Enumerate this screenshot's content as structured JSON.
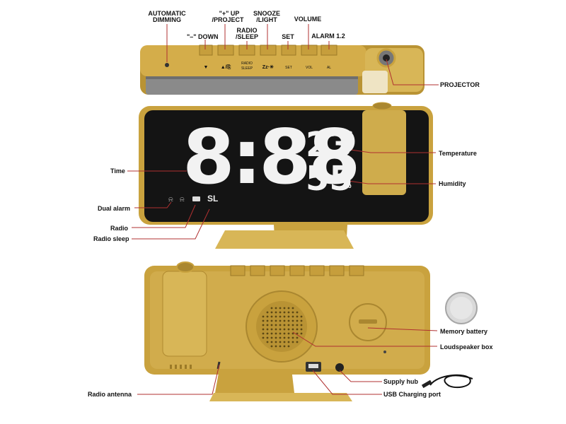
{
  "top_labels": {
    "automatic_dimming_1": "AUTOMATIC",
    "automatic_dimming_2": "DIMMING",
    "down": "\"–\" DOWN",
    "up_1": "\"+\" UP",
    "up_2": "/PROJECT",
    "radio_1": "RADIO",
    "radio_2": "/SLEEP",
    "snooze_1": "SNOOZE",
    "snooze_2": "/LIGHT",
    "set": "SET",
    "volume": "VOLUME",
    "alarm": "ALARM 1.2",
    "projector": "PROJECTOR"
  },
  "button_marks": {
    "down": "▼",
    "up": "▲/⎘",
    "radio_1": "RADIO",
    "radio_2": "SLEEP",
    "snooze": "Zz·☀",
    "set": "SET",
    "vol": "VOL",
    "al": "AL"
  },
  "display": {
    "time": "8:88",
    "temp": "23",
    "temp_unit": "°C",
    "humidity": "55",
    "humidity_unit": "%",
    "sl": "SL"
  },
  "front_labels": {
    "time": "Time",
    "dual_alarm": "Dual alarm",
    "radio": "Radio",
    "radio_sleep": "Radio sleep",
    "temperature": "Temperature",
    "humidity": "Humidity"
  },
  "back_labels": {
    "memory_battery": "Memory battery",
    "loudspeaker_box": "Loudspeaker box",
    "supply_hub": "Supply hub",
    "usb_charging_port": "USB Charging port",
    "radio_antenna": "Radio antenna"
  },
  "colors": {
    "gold": "#c9a23e",
    "gold_dark": "#a8832a",
    "gold_light": "#ddbb5c",
    "screen": "#141414",
    "line": "#b03030"
  }
}
